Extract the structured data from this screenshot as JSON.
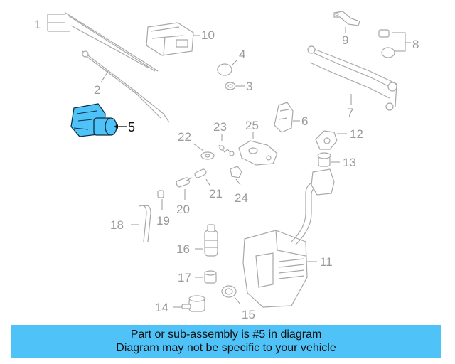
{
  "diagram": {
    "callouts": [
      "1",
      "2",
      "3",
      "4",
      "5",
      "6",
      "7",
      "8",
      "9",
      "10",
      "11",
      "12",
      "13",
      "14",
      "15",
      "16",
      "17",
      "18",
      "19",
      "20",
      "21",
      "22",
      "23",
      "24",
      "25"
    ],
    "highlighted_part": "5",
    "colors": {
      "highlight_part": "#4fc3f7",
      "line_art": "#a8a8a8",
      "callout_text": "#9a9a9a",
      "banner_bg": "#4fc3f7"
    }
  },
  "banner": {
    "line1": "Part or sub-assembly is #5 in diagram",
    "line2": "Diagram may not be specific to your vehicle"
  }
}
